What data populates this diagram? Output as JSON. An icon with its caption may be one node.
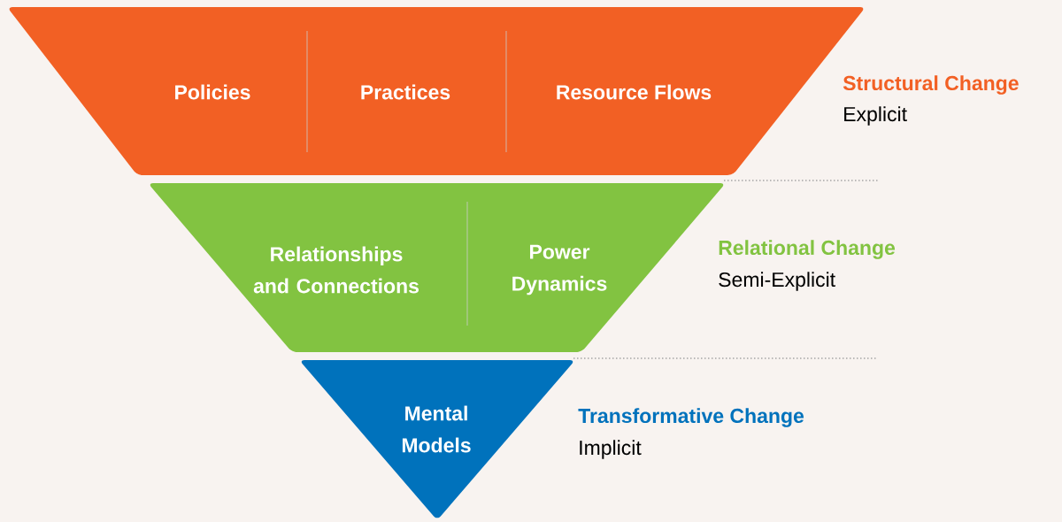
{
  "diagram": {
    "nodes": [
      {
        "text": [
          "Policies",
          "Practices",
          "Resource Flows"
        ],
        "beside": [
          "Structural Change",
          "Explicit"
        ]
      },
      {
        "text": [
          "Relationships and Connections",
          "Power Dynamics"
        ],
        "beside": [
          "Relational Change",
          "Semi-Explicit"
        ]
      },
      {
        "text": [
          "Mental Models"
        ],
        "beside": [
          "Transformative Change",
          "Implicit"
        ]
      }
    ]
  }
}
